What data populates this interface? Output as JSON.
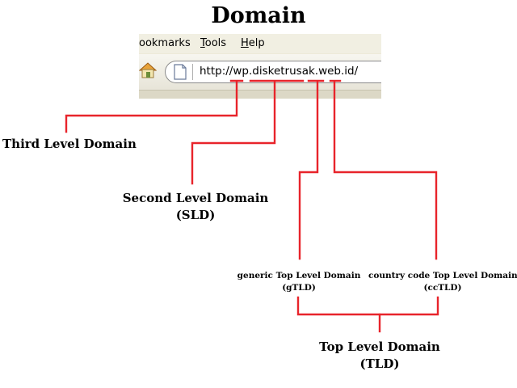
{
  "title": "Domain",
  "browser": {
    "menu": {
      "bookmarks_label": "ookmarks",
      "tools_label_acc": "T",
      "tools_label_rest": "ools",
      "help_label_acc": "H",
      "help_label_rest": "elp"
    },
    "url": "http://wp.disketrusak.web.id/",
    "icons": [
      "home-icon",
      "page-icon"
    ]
  },
  "labels": {
    "third_level": "Third Level Domain",
    "second_level_line1": "Second Level Domain",
    "second_level_line2": "(SLD)",
    "generic_tld_line1": "generic Top Level Domain",
    "generic_tld_line2": "(gTLD)",
    "country_tld_line1": "country code Top Level Domain",
    "country_tld_line2": "(ccTLD)",
    "tld_line1": "Top Level Domain",
    "tld_line2": "(TLD)"
  },
  "colors": {
    "connector": "#e8242b",
    "text": "#000000"
  }
}
